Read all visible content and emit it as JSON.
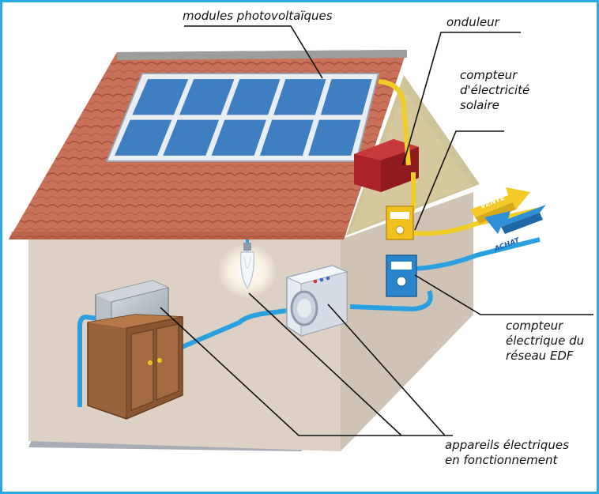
{
  "labels": {
    "modules": "modules photovoltaïques",
    "onduleur": "onduleur",
    "compteur_solaire": [
      "compteur",
      "d'électricité",
      "solaire"
    ],
    "compteur_edf": [
      "compteur",
      "électrique du",
      "réseau EDF"
    ],
    "appareils": [
      "appareils électriques",
      "en fonctionnement"
    ]
  },
  "arrows": {
    "vente": "VENTE",
    "achat": "ACHAT"
  },
  "colors": {
    "frame": "#29a9e6",
    "roof": "#c76f56",
    "wall": "#ded2c6",
    "panel": "#3f7fc1",
    "floor": "#a9adb6",
    "inverter": "#b3282a",
    "yellow_cable": "#f4cf2a",
    "blue_cable": "#2a9fe0"
  }
}
